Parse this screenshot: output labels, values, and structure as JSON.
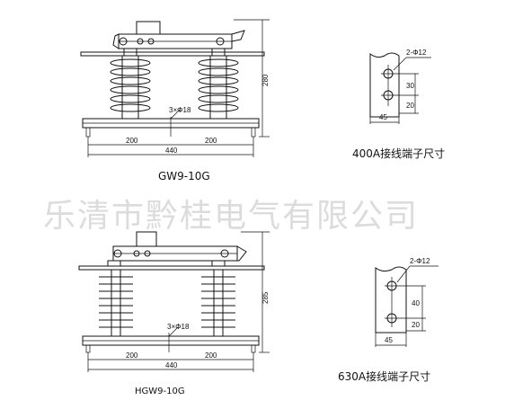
{
  "watermark": "乐清市黔桂电气有限公司",
  "top": {
    "caption": "GW9-10G",
    "dim_left": "200",
    "dim_right": "200",
    "dim_total": "440",
    "dim_height": "280",
    "hole_label": "3×Φ18"
  },
  "top_terminal": {
    "caption": "400A接线端子尺寸",
    "holes": "2-Φ12",
    "dim_a": "30",
    "dim_b": "20",
    "dim_w": "45"
  },
  "bottom": {
    "caption": "HGW9-10G",
    "dim_left": "200",
    "dim_right": "200",
    "dim_total": "440",
    "dim_height": "285",
    "hole_label": "3×Φ18"
  },
  "bottom_terminal": {
    "caption": "630A接线端子尺寸",
    "holes": "2-Φ12",
    "dim_a": "40",
    "dim_b": "20",
    "dim_w": "45"
  }
}
